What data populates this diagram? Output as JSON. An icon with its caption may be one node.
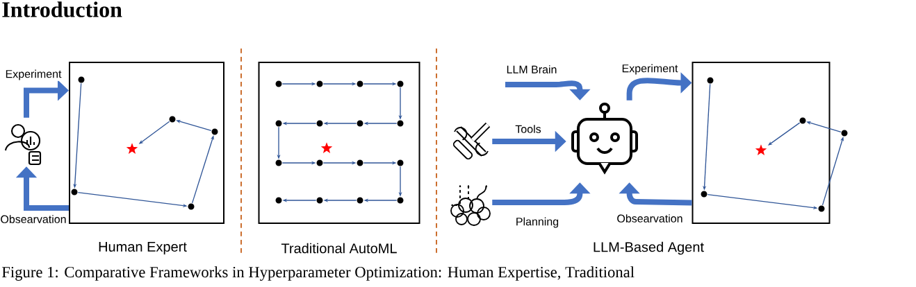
{
  "diagram": {
    "title": "Introduction",
    "caption": "Figure 1: Comparative Frameworks in Hyperparameter Optimization: Human Expertise, Traditional",
    "nodes": [
      {
        "text": [],
        "shape": "person"
      },
      {
        "text": [],
        "shape": "box",
        "beside": [
          "Human Expert"
        ]
      },
      {
        "text": [],
        "shape": "box",
        "beside": [
          "Traditional AutoML"
        ]
      },
      {
        "text": [],
        "shape": "picture"
      },
      {
        "text": [],
        "shape": "picture"
      },
      {
        "text": [],
        "shape": "picture"
      },
      {
        "text": [],
        "shape": "box",
        "beside": [
          "LLM-Based Agent"
        ]
      }
    ],
    "edges": [
      {
        "from": 0,
        "to": 1,
        "arrow": "to",
        "label": "Experiment"
      },
      {
        "from": 1,
        "to": 0,
        "arrow": "to",
        "label": "Obsearvation"
      },
      {
        "from": null,
        "to": 5,
        "arrow": "to",
        "label": "LLM Brain"
      },
      {
        "from": 3,
        "to": 5,
        "arrow": "to",
        "label": "Tools"
      },
      {
        "from": 4,
        "to": 5,
        "arrow": "to",
        "label": "Planning"
      },
      {
        "from": 5,
        "to": 6,
        "arrow": "to",
        "label": "Experiment"
      },
      {
        "from": 6,
        "to": 5,
        "arrow": "to",
        "label": "Obsearvation"
      }
    ]
  }
}
